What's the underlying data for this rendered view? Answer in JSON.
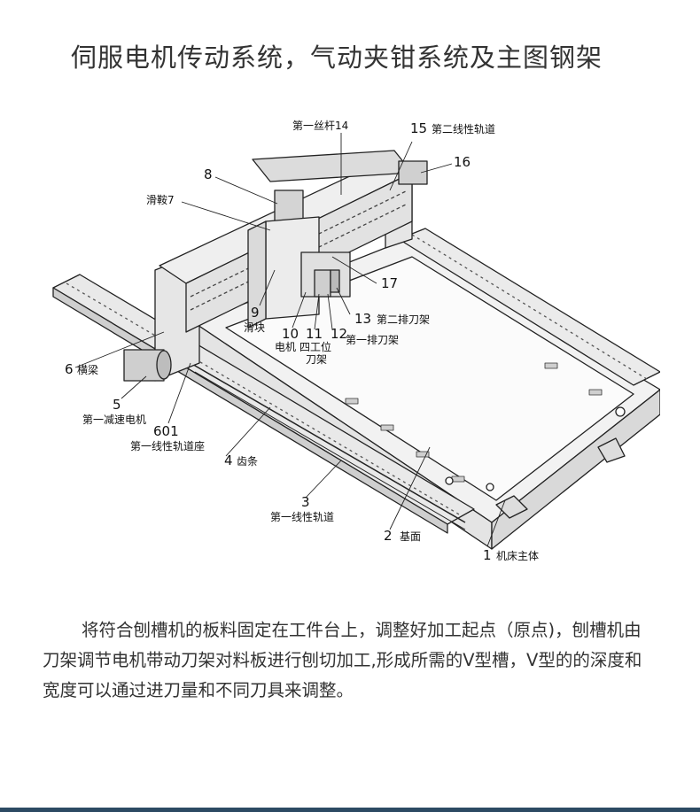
{
  "heading": "伺服电机传动系统，气动夹钳系统及主图钢架",
  "diagram": {
    "labels": {
      "l14": "第一丝杆14",
      "l15": "15",
      "l15t": "第二线性轨道",
      "l16": "16",
      "l8": "8",
      "l7": "滑鞍7",
      "l17": "17",
      "l9": "9",
      "l9t": "滑块",
      "l10": "10",
      "l10t": "电机",
      "l11": "11",
      "l11t": "四工位",
      "l11t2": "刀架",
      "l12": "12",
      "l12t": "第一排刀架",
      "l13": "13",
      "l13t": "第二排刀架",
      "l6": "6",
      "l6t": "横梁",
      "l5": "5",
      "l5t": "第一减速电机",
      "l601": "601",
      "l601t": "第一线性轨道座",
      "l4": "4",
      "l4t": "齿条",
      "l3": "3",
      "l3t": "第一线性轨道",
      "l2": "2",
      "l2t": "基面",
      "l1": "1",
      "l1t": "机床主体"
    }
  },
  "paragraph": "将符合刨槽机的板料固定在工件台上，调整好加工起点（原点)，刨槽机由刀架调节电机带动刀架对料板进行刨切加工,形成所需的V型槽，V型的的深度和宽度可以通过进刀量和不同刀具来调整。"
}
